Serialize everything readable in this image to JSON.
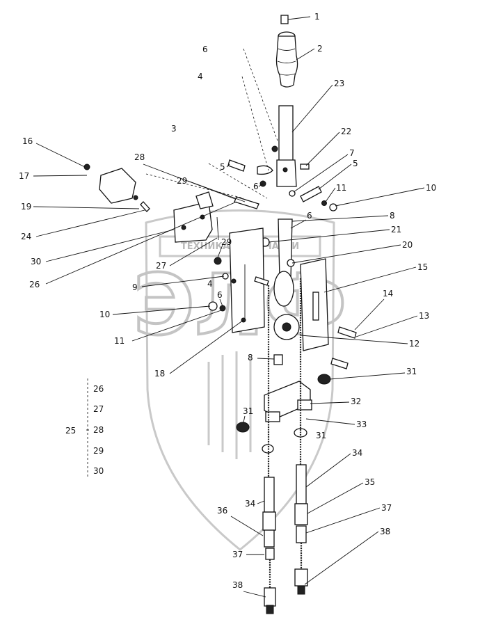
{
  "watermark": {
    "caption": "ТЕХНИКА И ЗАПЧАСТИ",
    "logo_letters": "ЭЛФ"
  },
  "callouts": [
    {
      "id": "c1",
      "text": "1"
    },
    {
      "id": "c2",
      "text": "2"
    },
    {
      "id": "c23",
      "text": "23"
    },
    {
      "id": "c6a",
      "text": "6"
    },
    {
      "id": "c4a",
      "text": "4"
    },
    {
      "id": "c3",
      "text": "3"
    },
    {
      "id": "c22",
      "text": "22"
    },
    {
      "id": "c7",
      "text": "7"
    },
    {
      "id": "c5a",
      "text": "5"
    },
    {
      "id": "c5b",
      "text": "5"
    },
    {
      "id": "c6b",
      "text": "6"
    },
    {
      "id": "c11a",
      "text": "11"
    },
    {
      "id": "c10a",
      "text": "10"
    },
    {
      "id": "c16",
      "text": "16"
    },
    {
      "id": "c17",
      "text": "17"
    },
    {
      "id": "c28",
      "text": "28"
    },
    {
      "id": "c29a",
      "text": "29"
    },
    {
      "id": "c19",
      "text": "19"
    },
    {
      "id": "c24",
      "text": "24"
    },
    {
      "id": "c30",
      "text": "30"
    },
    {
      "id": "c26",
      "text": "26"
    },
    {
      "id": "c27",
      "text": "27"
    },
    {
      "id": "c29b",
      "text": "29"
    },
    {
      "id": "c8a",
      "text": "8"
    },
    {
      "id": "c6c",
      "text": "6"
    },
    {
      "id": "c21",
      "text": "21"
    },
    {
      "id": "c20",
      "text": "20"
    },
    {
      "id": "c15",
      "text": "15"
    },
    {
      "id": "c9",
      "text": "9"
    },
    {
      "id": "c4b",
      "text": "4"
    },
    {
      "id": "c6d",
      "text": "6"
    },
    {
      "id": "c10b",
      "text": "10"
    },
    {
      "id": "c11b",
      "text": "11"
    },
    {
      "id": "c14",
      "text": "14"
    },
    {
      "id": "c13",
      "text": "13"
    },
    {
      "id": "c12",
      "text": "12"
    },
    {
      "id": "c18",
      "text": "18"
    },
    {
      "id": "c8b",
      "text": "8"
    },
    {
      "id": "c31a",
      "text": "31"
    },
    {
      "id": "c32",
      "text": "32"
    },
    {
      "id": "c31b",
      "text": "31"
    },
    {
      "id": "c33",
      "text": "33"
    },
    {
      "id": "c31c",
      "text": "31"
    },
    {
      "id": "c34a",
      "text": "34"
    },
    {
      "id": "c34b",
      "text": "34"
    },
    {
      "id": "c35",
      "text": "35"
    },
    {
      "id": "c36",
      "text": "36"
    },
    {
      "id": "c37a",
      "text": "37"
    },
    {
      "id": "c37b",
      "text": "37"
    },
    {
      "id": "c38a",
      "text": "38"
    },
    {
      "id": "c38b",
      "text": "38"
    }
  ],
  "group_list": {
    "label": "25",
    "items": [
      "26",
      "27",
      "28",
      "29",
      "30"
    ]
  }
}
